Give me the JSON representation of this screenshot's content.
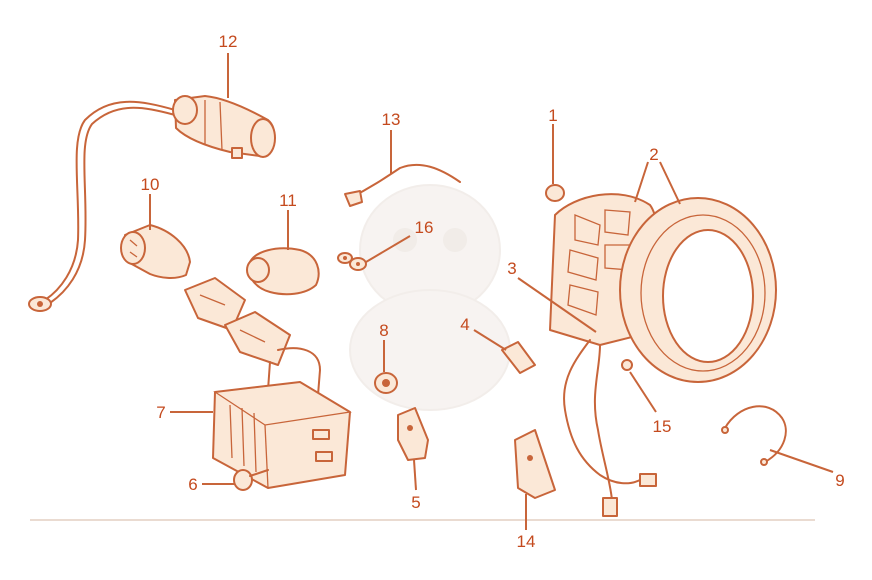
{
  "colors": {
    "line": "#c8653a",
    "label": "#c44a1e",
    "fill": "#fbe8d7",
    "background": "#ffffff"
  },
  "callouts": [
    {
      "id": "1",
      "text": "1"
    },
    {
      "id": "2",
      "text": "2"
    },
    {
      "id": "3",
      "text": "3"
    },
    {
      "id": "4",
      "text": "4"
    },
    {
      "id": "5",
      "text": "5"
    },
    {
      "id": "6",
      "text": "6"
    },
    {
      "id": "7",
      "text": "7"
    },
    {
      "id": "8",
      "text": "8"
    },
    {
      "id": "9",
      "text": "9"
    },
    {
      "id": "10",
      "text": "10"
    },
    {
      "id": "11",
      "text": "11"
    },
    {
      "id": "12",
      "text": "12"
    },
    {
      "id": "13",
      "text": "13"
    },
    {
      "id": "14",
      "text": "14"
    },
    {
      "id": "15",
      "text": "15"
    },
    {
      "id": "16",
      "text": "16"
    }
  ]
}
